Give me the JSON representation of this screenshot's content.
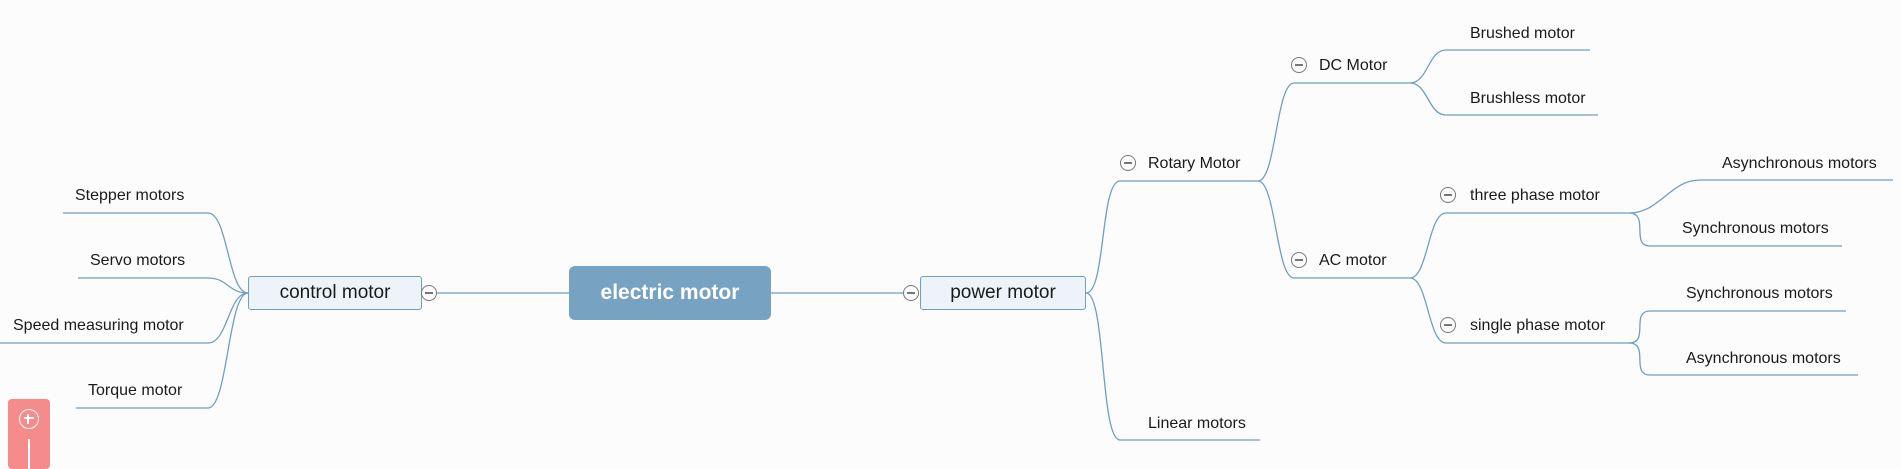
{
  "mindmap": {
    "root": "electric motor",
    "left": {
      "label": "control motor",
      "children": [
        "Stepper motors",
        "Servo motors",
        "Speed measuring motor",
        "Torque motor"
      ]
    },
    "right": {
      "label": "power motor",
      "rotary": {
        "label": "Rotary Motor",
        "dc": {
          "label": "DC Motor",
          "children": [
            "Brushed motor",
            "Brushless motor"
          ]
        },
        "ac": {
          "label": "AC motor",
          "three_phase": {
            "label": "three phase motor",
            "children": [
              "Asynchronous motors",
              "Synchronous motors"
            ]
          },
          "single_phase": {
            "label": "single phase motor",
            "children": [
              "Synchronous motors",
              "Asynchronous motors"
            ]
          }
        }
      },
      "linear": "Linear motors"
    }
  },
  "colors": {
    "connector": "#6e9fc3",
    "root_fill": "#77a2c2",
    "node_fill": "#edf3f8",
    "zoom_panel": "#f58b8b"
  },
  "icons": {
    "collapse": "minus-circle-icon",
    "zoom_in": "plus-circle-icon"
  }
}
